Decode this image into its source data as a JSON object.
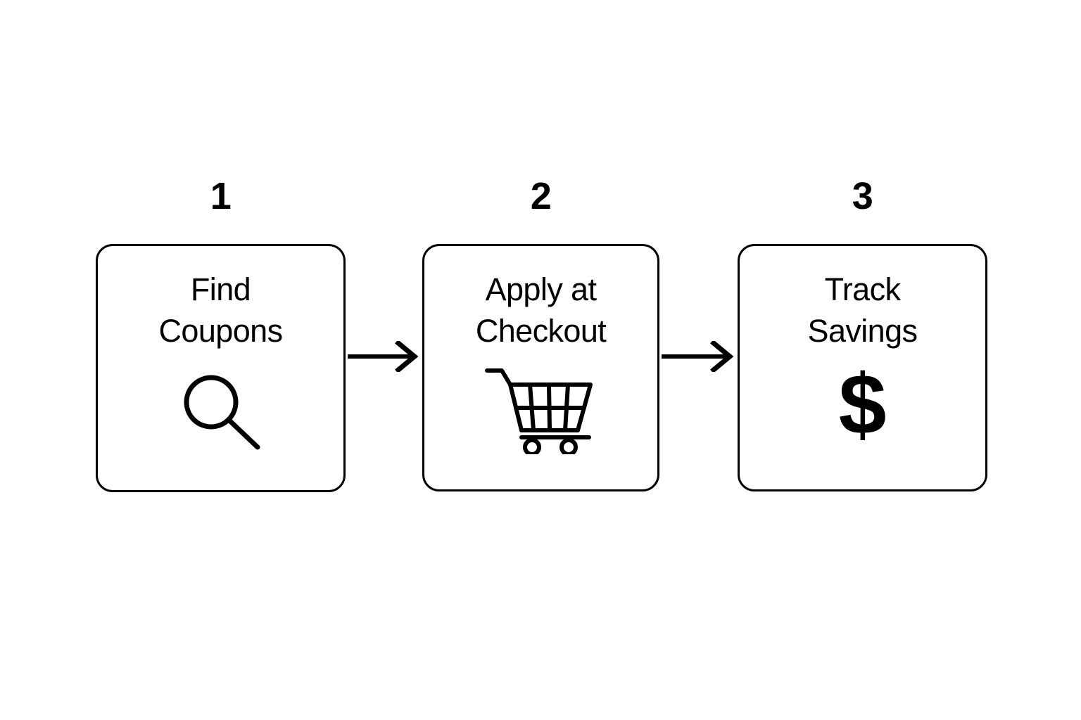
{
  "page": {
    "background_color": "#ffffff",
    "stroke_color": "#000000",
    "title": "Three step coupon savings process"
  },
  "steps": [
    {
      "number": "1",
      "label": "Find\nCoupons",
      "icon": "magnifier-icon"
    },
    {
      "number": "2",
      "label": "Apply at\nCheckout",
      "icon": "shopping-cart-icon"
    },
    {
      "number": "3",
      "label": "Track\nSavings",
      "icon": "dollar-sign-icon",
      "icon_glyph": "$"
    }
  ],
  "connectors": [
    {
      "name": "arrow-step-1-to-2",
      "direction": "right"
    },
    {
      "name": "arrow-step-2-to-3",
      "direction": "right"
    }
  ]
}
